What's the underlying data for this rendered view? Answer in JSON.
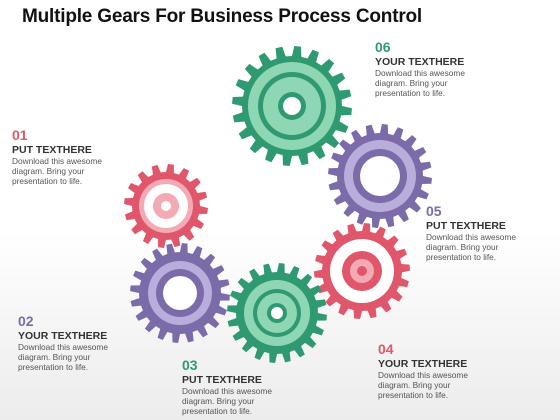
{
  "title": "Multiple Gears For Business Process Control",
  "colors": {
    "green": "#2f9a71",
    "green_light": "#8fd6b5",
    "purple": "#7b6ba8",
    "purple_light": "#b9addb",
    "pink": "#e0566a",
    "pink_light": "#f4aab5",
    "text_dark": "#333333",
    "text_body": "#555555"
  },
  "items": [
    {
      "number": "01",
      "heading": "PUT TEXTHERE",
      "body": "Download this awesome diagram. Bring your presentation to life.",
      "color": "#e0566a"
    },
    {
      "number": "02",
      "heading": "YOUR TEXTHERE",
      "body": "Download this awesome diagram. Bring your presentation to life.",
      "color": "#7b6ba8"
    },
    {
      "number": "03",
      "heading": "PUT TEXTHERE",
      "body": "Download this awesome diagram. Bring your presentation to life.",
      "color": "#2f9a71"
    },
    {
      "number": "04",
      "heading": "YOUR TEXTHERE",
      "body": "Download this awesome diagram. Bring your presentation to life.",
      "color": "#e0566a"
    },
    {
      "number": "05",
      "heading": "PUT TEXTHERE",
      "body": "Download this awesome diagram. Bring your presentation to life.",
      "color": "#7b6ba8"
    },
    {
      "number": "06",
      "heading": "YOUR TEXTHERE",
      "body": "Download this awesome diagram. Bring your presentation to life.",
      "color": "#2f9a71"
    }
  ]
}
